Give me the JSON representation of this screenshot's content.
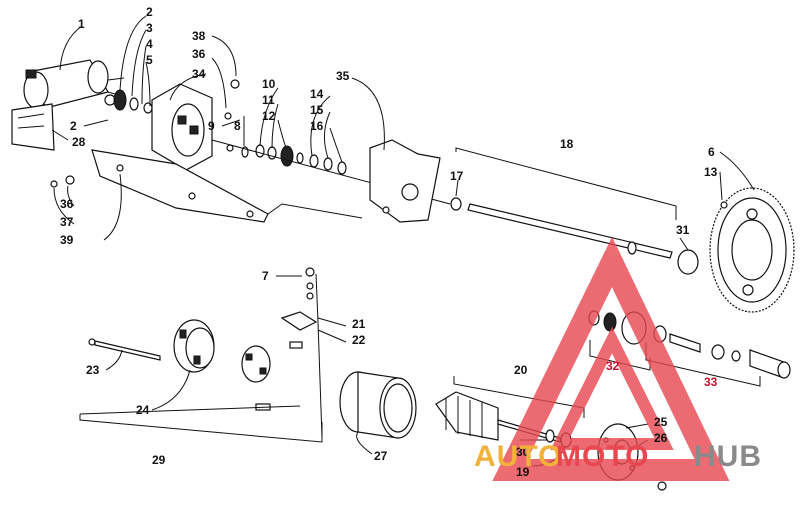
{
  "diagram": {
    "callouts": [
      "1",
      "2",
      "3",
      "4",
      "5",
      "38",
      "36",
      "34",
      "2",
      "9",
      "8",
      "28",
      "10",
      "11",
      "12",
      "14",
      "15",
      "16",
      "35",
      "17",
      "18",
      "6",
      "13",
      "31",
      "36",
      "37",
      "39",
      "7",
      "21",
      "22",
      "23",
      "24",
      "32",
      "33",
      "20",
      "25",
      "26",
      "30",
      "19",
      "27",
      "29"
    ]
  },
  "watermark": {
    "part_auto": "AUTO",
    "part_moto": "MOTO",
    "part_hub": "HUB",
    "color_red": "#e8474f",
    "color_orange": "#f2b23a",
    "color_gray": "#8a8a8a"
  }
}
